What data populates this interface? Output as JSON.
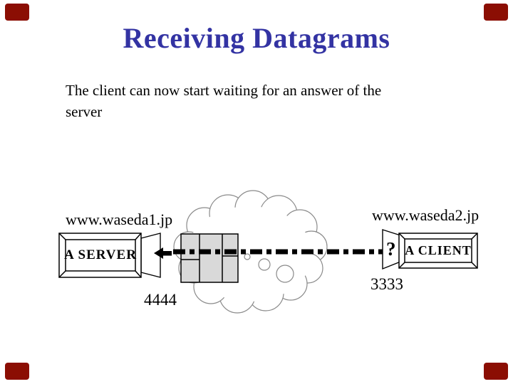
{
  "slide": {
    "title": "Receiving Datagrams",
    "body": "The client can now start waiting for an answer of the server"
  },
  "diagram": {
    "server": {
      "host": "www.waseda1.jp",
      "device": "A SERVER",
      "port": "4444"
    },
    "client": {
      "host": "www.waseda2.jp",
      "device": "A CLIENT",
      "port": "3333",
      "unknown_mark": "?"
    },
    "network": {
      "shape": "cloud",
      "line_style": "dash-dot-arrow-left"
    }
  },
  "colors": {
    "title_blue": "#3333A3",
    "corner_red": "#8B0E03",
    "grid_fill": "#D9D9D9",
    "cloud_outline": "#8A8A8A",
    "line_black": "#000000"
  }
}
